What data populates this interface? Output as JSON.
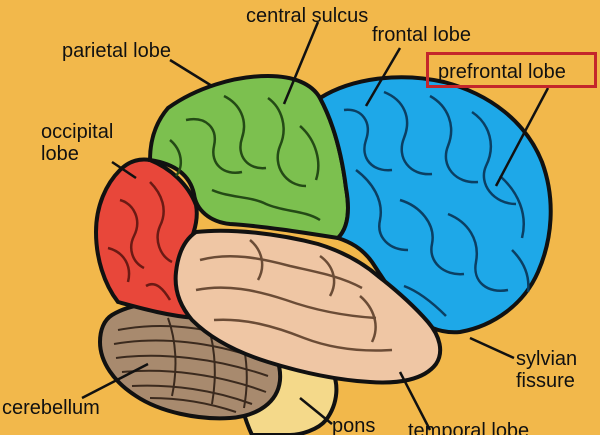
{
  "diagram": {
    "labels": {
      "parietal": "parietal lobe",
      "central": "central sulcus",
      "frontal": "frontal lobe",
      "prefrontal": "prefrontal lobe",
      "occipital": "occipital lobe",
      "sylvian": "sylvian fissure",
      "cerebellum": "cerebellum",
      "pons": "pons",
      "temporal": "temporal lobe"
    },
    "highlighted": "prefrontal lobe",
    "colors": {
      "background": "#f2b84b",
      "frontal": "#1ea8e8",
      "parietal": "#7cc04f",
      "occipital": "#e8473a",
      "temporal": "#efc6a4",
      "cerebellum": "#a88a6e",
      "brainstem": "#f4d98a",
      "outline": "#111111",
      "highlight": "#c4262b"
    }
  }
}
